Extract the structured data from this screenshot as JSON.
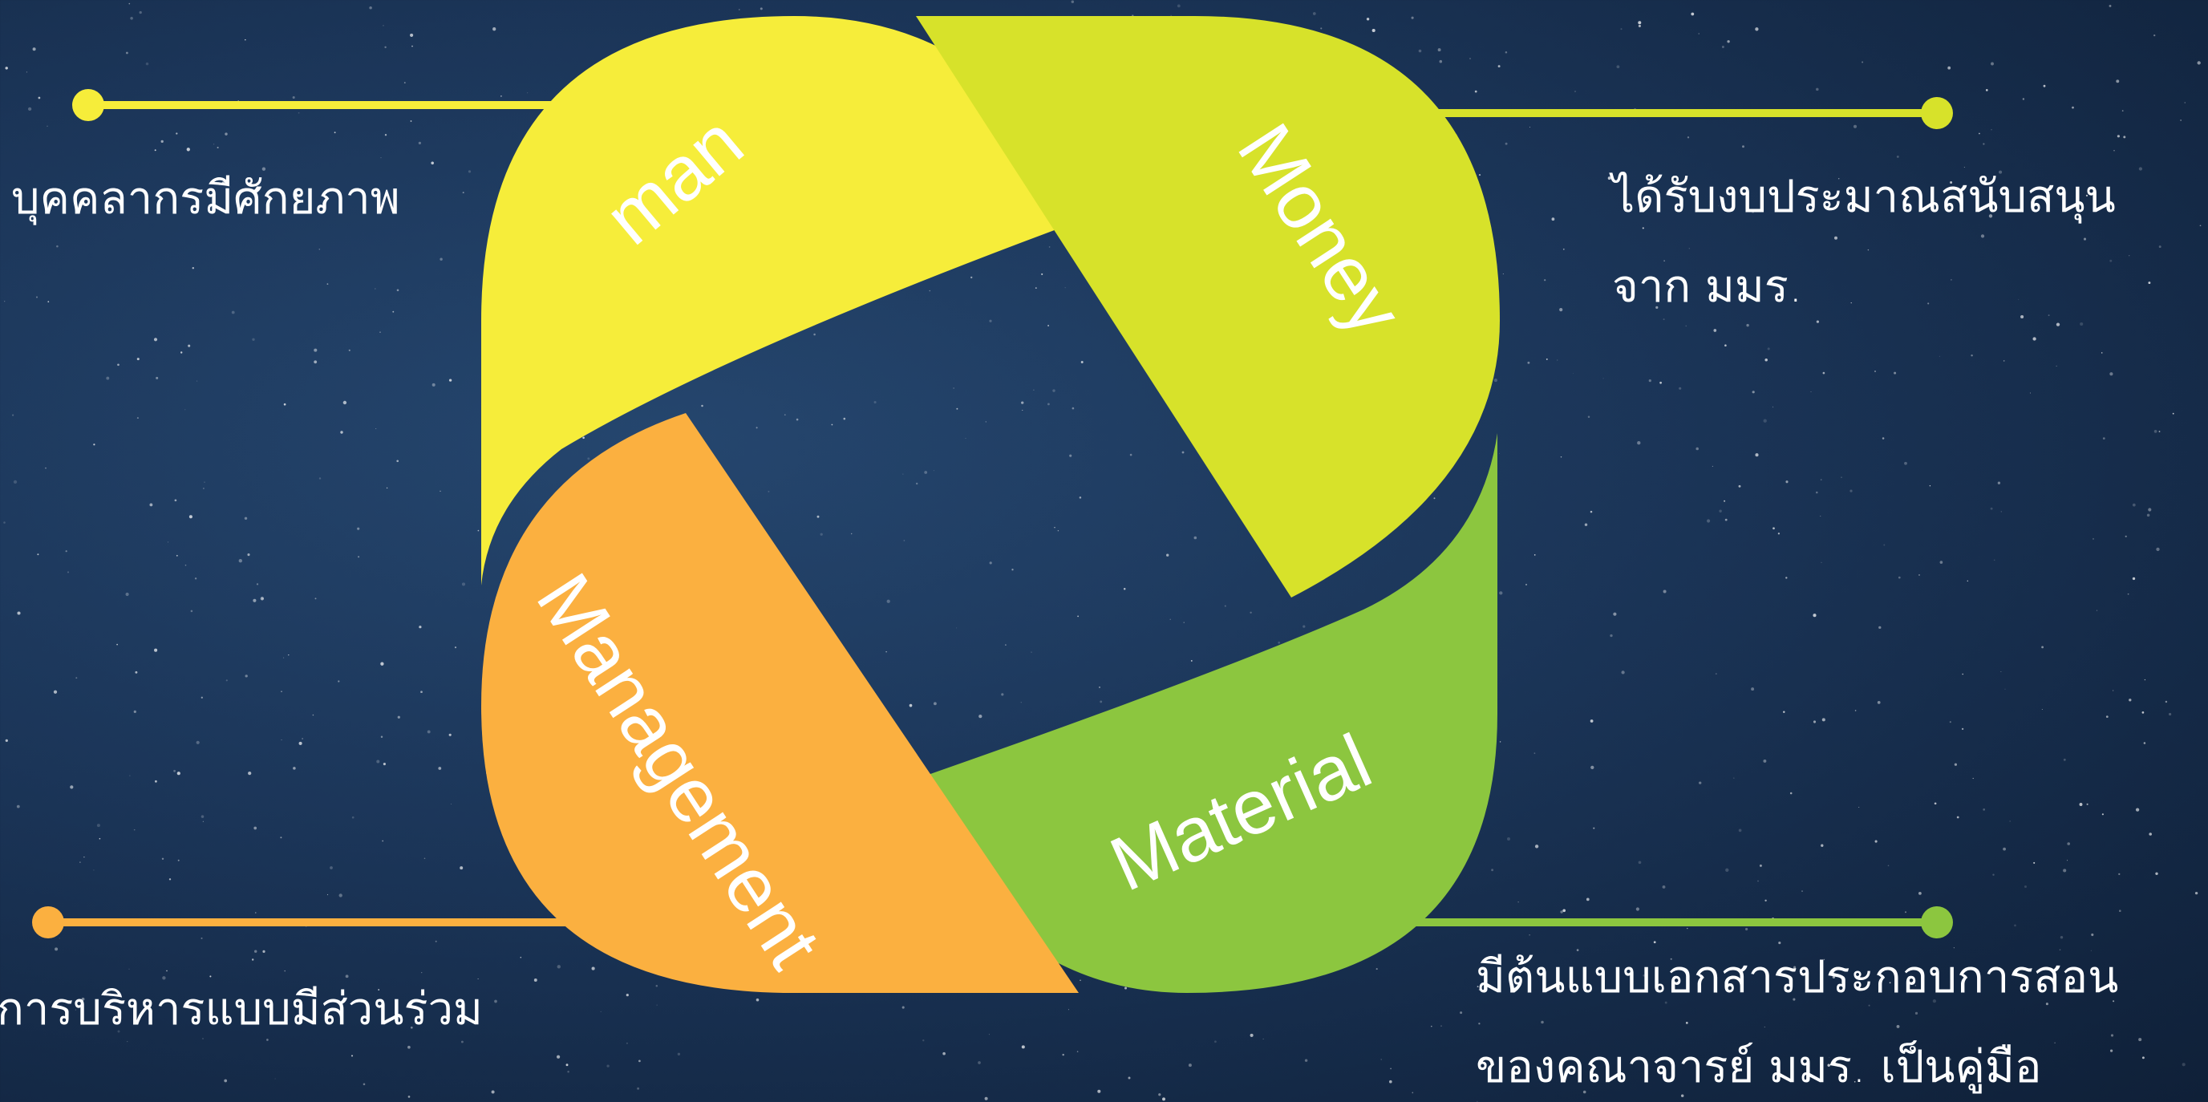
{
  "colors": {
    "background": "#1b3558",
    "man": "#f6ed3a",
    "money": "#d7e22a",
    "material": "#8cc63f",
    "management": "#fbb040"
  },
  "segments": {
    "man": {
      "label": "man",
      "description": [
        "บุคคลากรมีศักยภาพ"
      ]
    },
    "money": {
      "label": "Money",
      "description": [
        "ได้รับงบประมาณสนับสนุน",
        "จาก มมร."
      ]
    },
    "material": {
      "label": "Material",
      "description": [
        "มีต้นแบบเอกสารประกอบการสอน",
        "ของคณาจารย์ มมร. เป็นคู่มือ"
      ]
    },
    "management": {
      "label": "Management",
      "description": [
        "การบริหารแบบมีส่วนร่วม"
      ]
    }
  }
}
